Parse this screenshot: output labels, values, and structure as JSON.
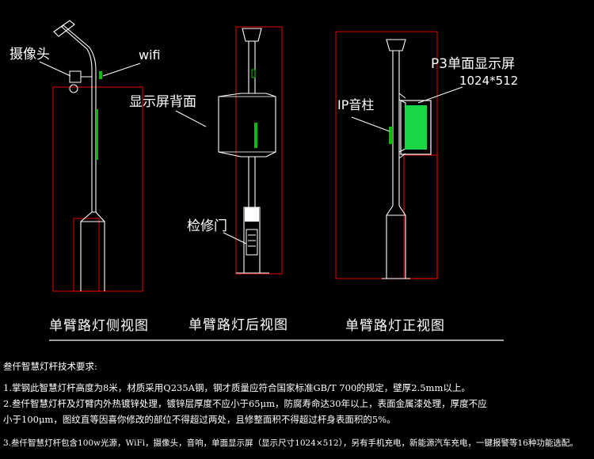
{
  "labels": {
    "camera": "摄像头",
    "wifi": "wifi",
    "screen_back": "显示屏背面",
    "maintenance_door": "检修门",
    "ip_speaker": "IP音柱",
    "p3_screen": "P3单面显示屏",
    "resolution": "1024*512"
  },
  "views": {
    "side": "单臂路灯侧视图",
    "rear": "单臂路灯后视图",
    "front": "单臂路灯正视图"
  },
  "spec": {
    "heading": "叁仟智慧灯杆技术要求:",
    "line1": "1.掌钢此智慧灯杆高度为8米，材质采用Q235A钢，钢才质量应符合国家标准GB/T 700的规定，壁厚2.5mm以上。",
    "line2a": "2.叁仟智慧灯杆及灯臂内外热镀锌处理，镀锌层厚度不应小于65μm，防腐寿命达30年以上，表面金属漆处理，厚度不应",
    "line2b": "小于100μm，图纹直等因喜你修改的部位不得超过两处，且修整面积不得超过杆身表面积的5%。",
    "line3": "3.叁仟智慧灯杆包含100w光源，WiFi，摄像头，音响，单面显示屏（显示尺寸1024×512），另有手机充电，新能源汽车充电，一键报警等16种功能选配。"
  },
  "colors": {
    "outline_red": "#c00000",
    "pole_white": "#ffffff",
    "accent_green": "#00c000",
    "screen_fill": "#19d645"
  }
}
